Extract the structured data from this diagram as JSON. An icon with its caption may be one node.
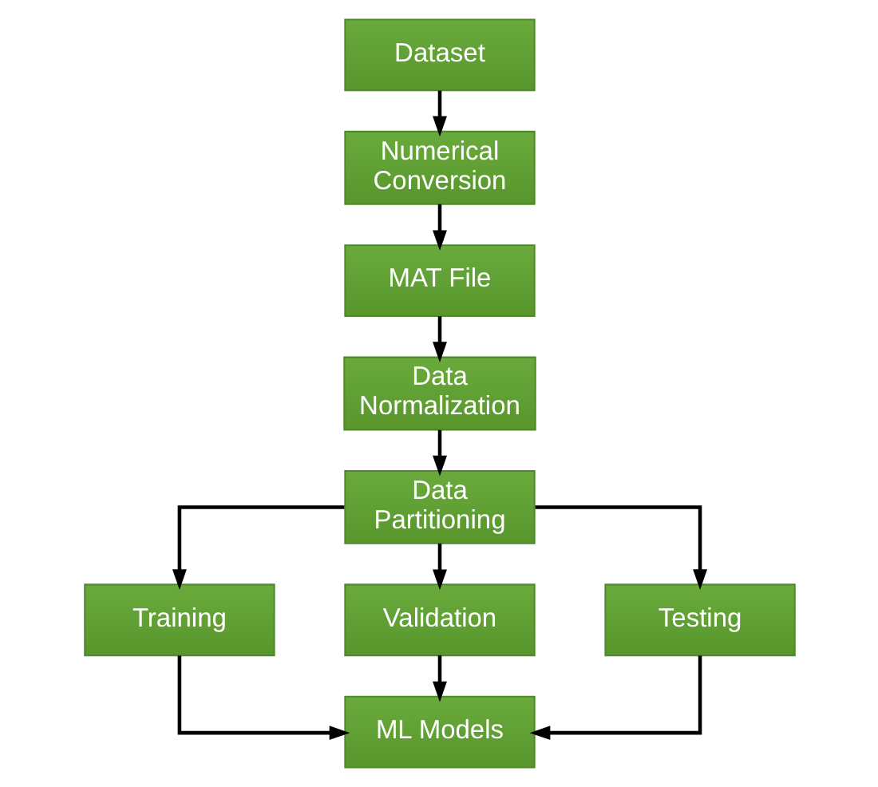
{
  "diagram": {
    "nodes": [
      {
        "text": [
          "Dataset"
        ]
      },
      {
        "text": [
          "Numerical Conversion"
        ]
      },
      {
        "text": [
          "MAT File"
        ]
      },
      {
        "text": [
          "Data Normalization"
        ]
      },
      {
        "text": [
          "Data Partitioning"
        ]
      },
      {
        "text": [
          "Training"
        ]
      },
      {
        "text": [
          "Validation"
        ]
      },
      {
        "text": [
          "Testing"
        ]
      },
      {
        "text": [
          "ML Models"
        ]
      }
    ],
    "edges": [
      {
        "from": 0,
        "to": 1,
        "arrow": "to"
      },
      {
        "from": 1,
        "to": 2,
        "arrow": "to"
      },
      {
        "from": 2,
        "to": 3,
        "arrow": "to"
      },
      {
        "from": 3,
        "to": 4,
        "arrow": "to"
      },
      {
        "from": 4,
        "to": 5,
        "arrow": "to"
      },
      {
        "from": 4,
        "to": 6,
        "arrow": "to"
      },
      {
        "from": 4,
        "to": 7,
        "arrow": "to"
      },
      {
        "from": 5,
        "to": 8,
        "arrow": "to"
      },
      {
        "from": 6,
        "to": 8,
        "arrow": "to"
      },
      {
        "from": 7,
        "to": 8,
        "arrow": "to"
      }
    ]
  }
}
